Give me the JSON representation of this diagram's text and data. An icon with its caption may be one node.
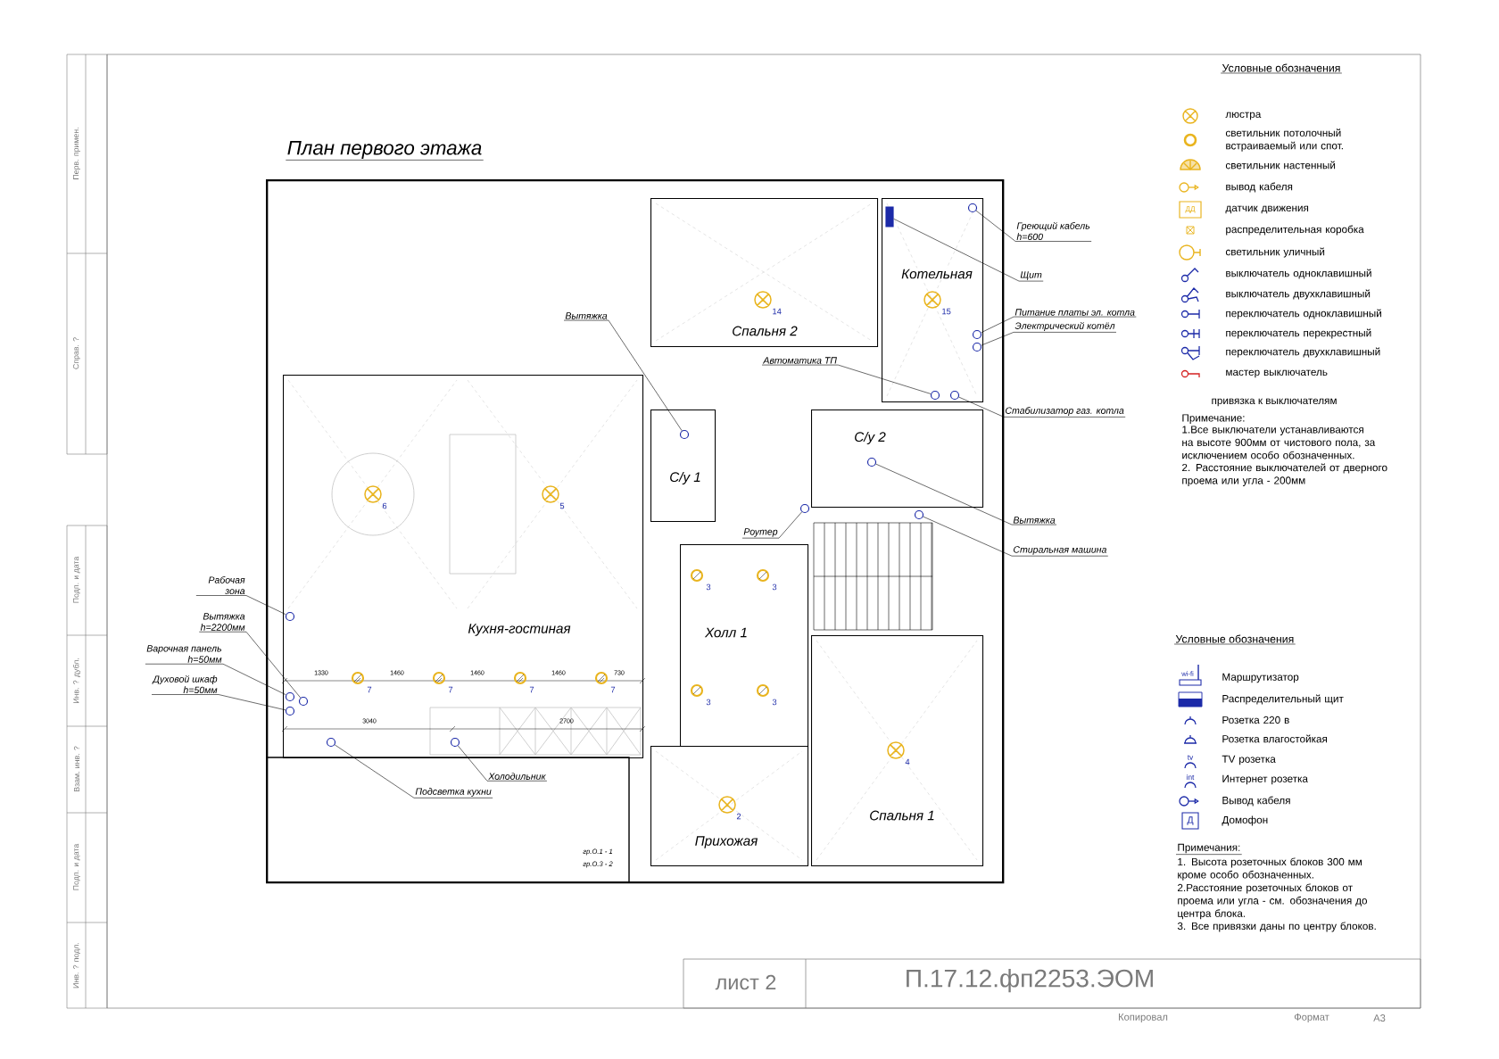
{
  "diagram": {
    "title": "План первого этажа",
    "nodes": [
      {
        "text": [],
        "shape": "box"
      },
      {
        "text": [
          "Кухня-гостиная"
        ],
        "in": 0
      },
      {
        "text": [
          "Спальня 2"
        ],
        "in": 0
      },
      {
        "text": [
          "Котельная"
        ],
        "in": 0
      },
      {
        "text": [
          "С/у 1"
        ],
        "in": 0
      },
      {
        "text": [
          "С/у 2"
        ],
        "in": 0
      },
      {
        "text": [
          "Холл 1"
        ],
        "in": 0
      },
      {
        "text": [
          "Прихожая"
        ],
        "in": 0
      },
      {
        "text": [
          "Спальня 1"
        ],
        "in": 0
      },
      {
        "text": [
          "Греющий кабель",
          "h=600"
        ]
      },
      {
        "text": [
          "Щит"
        ]
      },
      {
        "text": [
          "Питание платы эл. котла"
        ]
      },
      {
        "text": [
          "Вытяжка"
        ],
        "in": 0
      },
      {
        "text": [
          "Электрический котёл"
        ]
      },
      {
        "text": [
          "Автоматика ТП"
        ],
        "in": 0
      },
      {
        "text": [
          "Стабилизатор газ. котла"
        ]
      },
      {
        "text": [
          "Вытяжка"
        ]
      },
      {
        "text": [
          "Роутер"
        ],
        "in": 0
      },
      {
        "text": [
          "Стиральная машина"
        ]
      },
      {
        "text": [
          "Рабочая зона"
        ]
      },
      {
        "text": [
          "Вытяжка",
          "h=2200мм"
        ]
      },
      {
        "text": [
          "Варочная панель",
          "h=50мм"
        ]
      },
      {
        "text": [
          "Духовой шкаф",
          "h=50мм"
        ]
      },
      {
        "text": [
          "Холодильник"
        ],
        "in": 0
      },
      {
        "text": [
          "Подсветка кухни"
        ],
        "in": 0
      },
      {
        "text": [],
        "shape": "circle",
        "in": 3
      },
      {
        "text": [],
        "shape": "box",
        "in": 3
      },
      {
        "text": [],
        "shape": "circle",
        "in": 3
      },
      {
        "text": [],
        "shape": "circle",
        "in": 4
      },
      {
        "text": [],
        "shape": "circle",
        "in": 3
      },
      {
        "text": [],
        "shape": "circle",
        "in": 3
      },
      {
        "text": [],
        "shape": "circle",
        "in": 3
      },
      {
        "text": [],
        "shape": "circle",
        "in": 5
      },
      {
        "text": [],
        "shape": "circle",
        "in": 0
      },
      {
        "text": [],
        "shape": "circle",
        "in": 0
      },
      {
        "text": [],
        "shape": "circle",
        "in": 1
      },
      {
        "text": [],
        "shape": "circle",
        "in": 1
      },
      {
        "text": [],
        "shape": "circle",
        "in": 1
      },
      {
        "text": [],
        "shape": "circle",
        "in": 1
      },
      {
        "text": [],
        "shape": "circle",
        "in": 1
      },
      {
        "text": [],
        "shape": "circle",
        "in": 1
      }
    ],
    "edges": [
      {
        "from": 9,
        "to": 25,
        "arrow": "none"
      },
      {
        "from": 10,
        "to": 26,
        "arrow": "none"
      },
      {
        "from": 11,
        "to": 27,
        "arrow": "none"
      },
      {
        "from": 12,
        "to": 28,
        "arrow": "none"
      },
      {
        "from": 13,
        "to": 29,
        "arrow": "none"
      },
      {
        "from": 14,
        "to": 30,
        "arrow": "none"
      },
      {
        "from": 15,
        "to": 31,
        "arrow": "none"
      },
      {
        "from": 16,
        "to": 32,
        "arrow": "none"
      },
      {
        "from": 17,
        "to": 33,
        "arrow": "none"
      },
      {
        "from": 18,
        "to": 34,
        "arrow": "none"
      },
      {
        "from": 19,
        "to": 35,
        "arrow": "none"
      },
      {
        "from": 20,
        "to": 36,
        "arrow": "none"
      },
      {
        "from": 21,
        "to": 37,
        "arrow": "none"
      },
      {
        "from": 22,
        "to": 38,
        "arrow": "none"
      },
      {
        "from": 23,
        "to": 39,
        "arrow": "none"
      },
      {
        "from": 24,
        "to": 40,
        "arrow": "none"
      }
    ],
    "labels": [
      "Перв. примен.",
      "Справ. ?",
      "Подп. и дата",
      "Инв. ? дубл.",
      "Взам. инв. ?",
      "Подп. и дата",
      "Инв. ? подл.",
      "Условные обозначения",
      "ДД",
      "привязка к выключателям",
      "Примечание:",
      "1.Все выключатели устанавливаются на высоте 900мм от чистового пола, за исключением особо обозначенных.",
      "2. Расстояние выключателей от дверного проема или угла - 200мм",
      "Условные обозначения",
      "wi-fi",
      "tv",
      "int",
      "Д",
      "Примечания:",
      "1. Высота розеточных блоков 300 мм кроме особо обозначенных.",
      "2.Расстояние розеточных блоков от проема или угла - см. обозначения до центра блока.",
      "3. Все привязки даны по центру блоков.",
      "6",
      "5",
      "14",
      "15",
      "2",
      "4",
      "7",
      "7",
      "7",
      "7",
      "3",
      "3",
      "3",
      "3",
      "1330",
      "1460",
      "1460",
      "1460",
      "730",
      "3040",
      "2700",
      "гр.О.1 - 1",
      "гр.О.3 - 2",
      "лист 2",
      "П.17.12.фп2253.ЭОМ",
      "Копировал",
      "Формат",
      "А3"
    ],
    "legend": [
      {
        "text": "люстра"
      },
      {
        "text": "светильник потолочный встраиваемый или спот."
      },
      {
        "text": "светильник настенный"
      },
      {
        "text": "вывод кабеля"
      },
      {
        "text": "датчик движения"
      },
      {
        "text": "распределительная коробка"
      },
      {
        "text": "светильник уличный"
      },
      {
        "text": "выключатель одноклавишный"
      },
      {
        "text": "выключатель двухклавишный"
      },
      {
        "text": "переключатель одноклавишный"
      },
      {
        "text": "переключатель перекрестный"
      },
      {
        "text": "переключатель двухклавишный"
      },
      {
        "text": "мастер выключатель"
      },
      {
        "text": "Маршрутизатор"
      },
      {
        "text": "Распределительный щит"
      },
      {
        "text": "Розетка 220 в"
      },
      {
        "text": "Розетка влагостойкая"
      },
      {
        "text": "TV розетка"
      },
      {
        "text": "Интернет розетка"
      },
      {
        "text": "Вывод кабеля"
      },
      {
        "text": "Домофон"
      }
    ]
  }
}
